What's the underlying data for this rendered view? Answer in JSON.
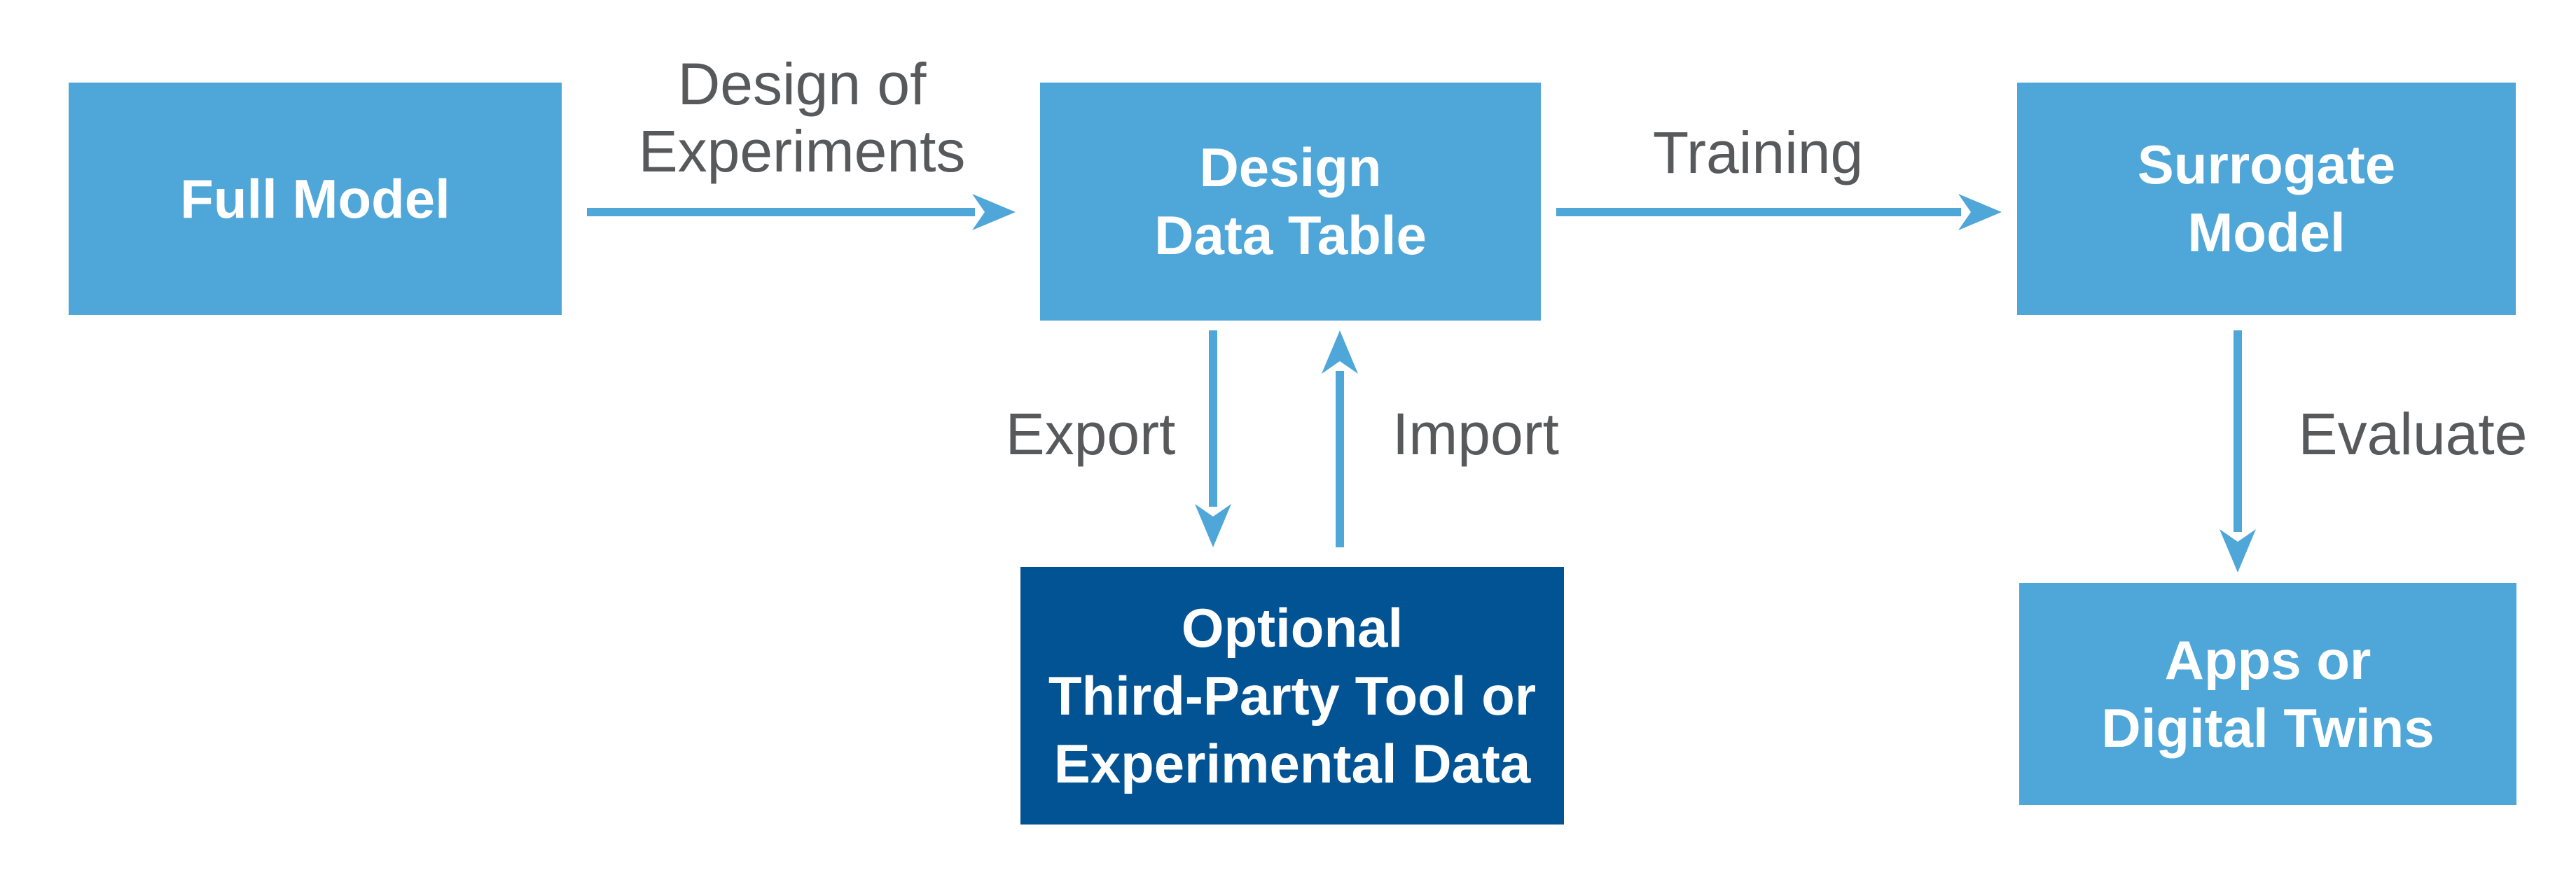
{
  "colors": {
    "accent-blue": "#4FA6D8",
    "navy": "#015394",
    "label-gray": "#58595B",
    "canvas-bg": "#FFFFFF",
    "node-text": "#FFFFFF"
  },
  "diagram": {
    "nodes": {
      "full_model": {
        "label": "Full Model"
      },
      "design_data_table": {
        "line1": "Design",
        "line2": "Data Table"
      },
      "surrogate_model": {
        "line1": "Surrogate",
        "line2": "Model"
      },
      "optional_third_party": {
        "line1": "Optional",
        "line2": "Third-Party Tool or",
        "line3": "Experimental Data"
      },
      "apps_digital_twins": {
        "line1": "Apps or",
        "line2": "Digital Twins"
      }
    },
    "edge_labels": {
      "design_of_experiments": {
        "line1": "Design of",
        "line2": "Experiments"
      },
      "training": "Training",
      "export": "Export",
      "import": "Import",
      "evaluate": "Evaluate"
    }
  }
}
